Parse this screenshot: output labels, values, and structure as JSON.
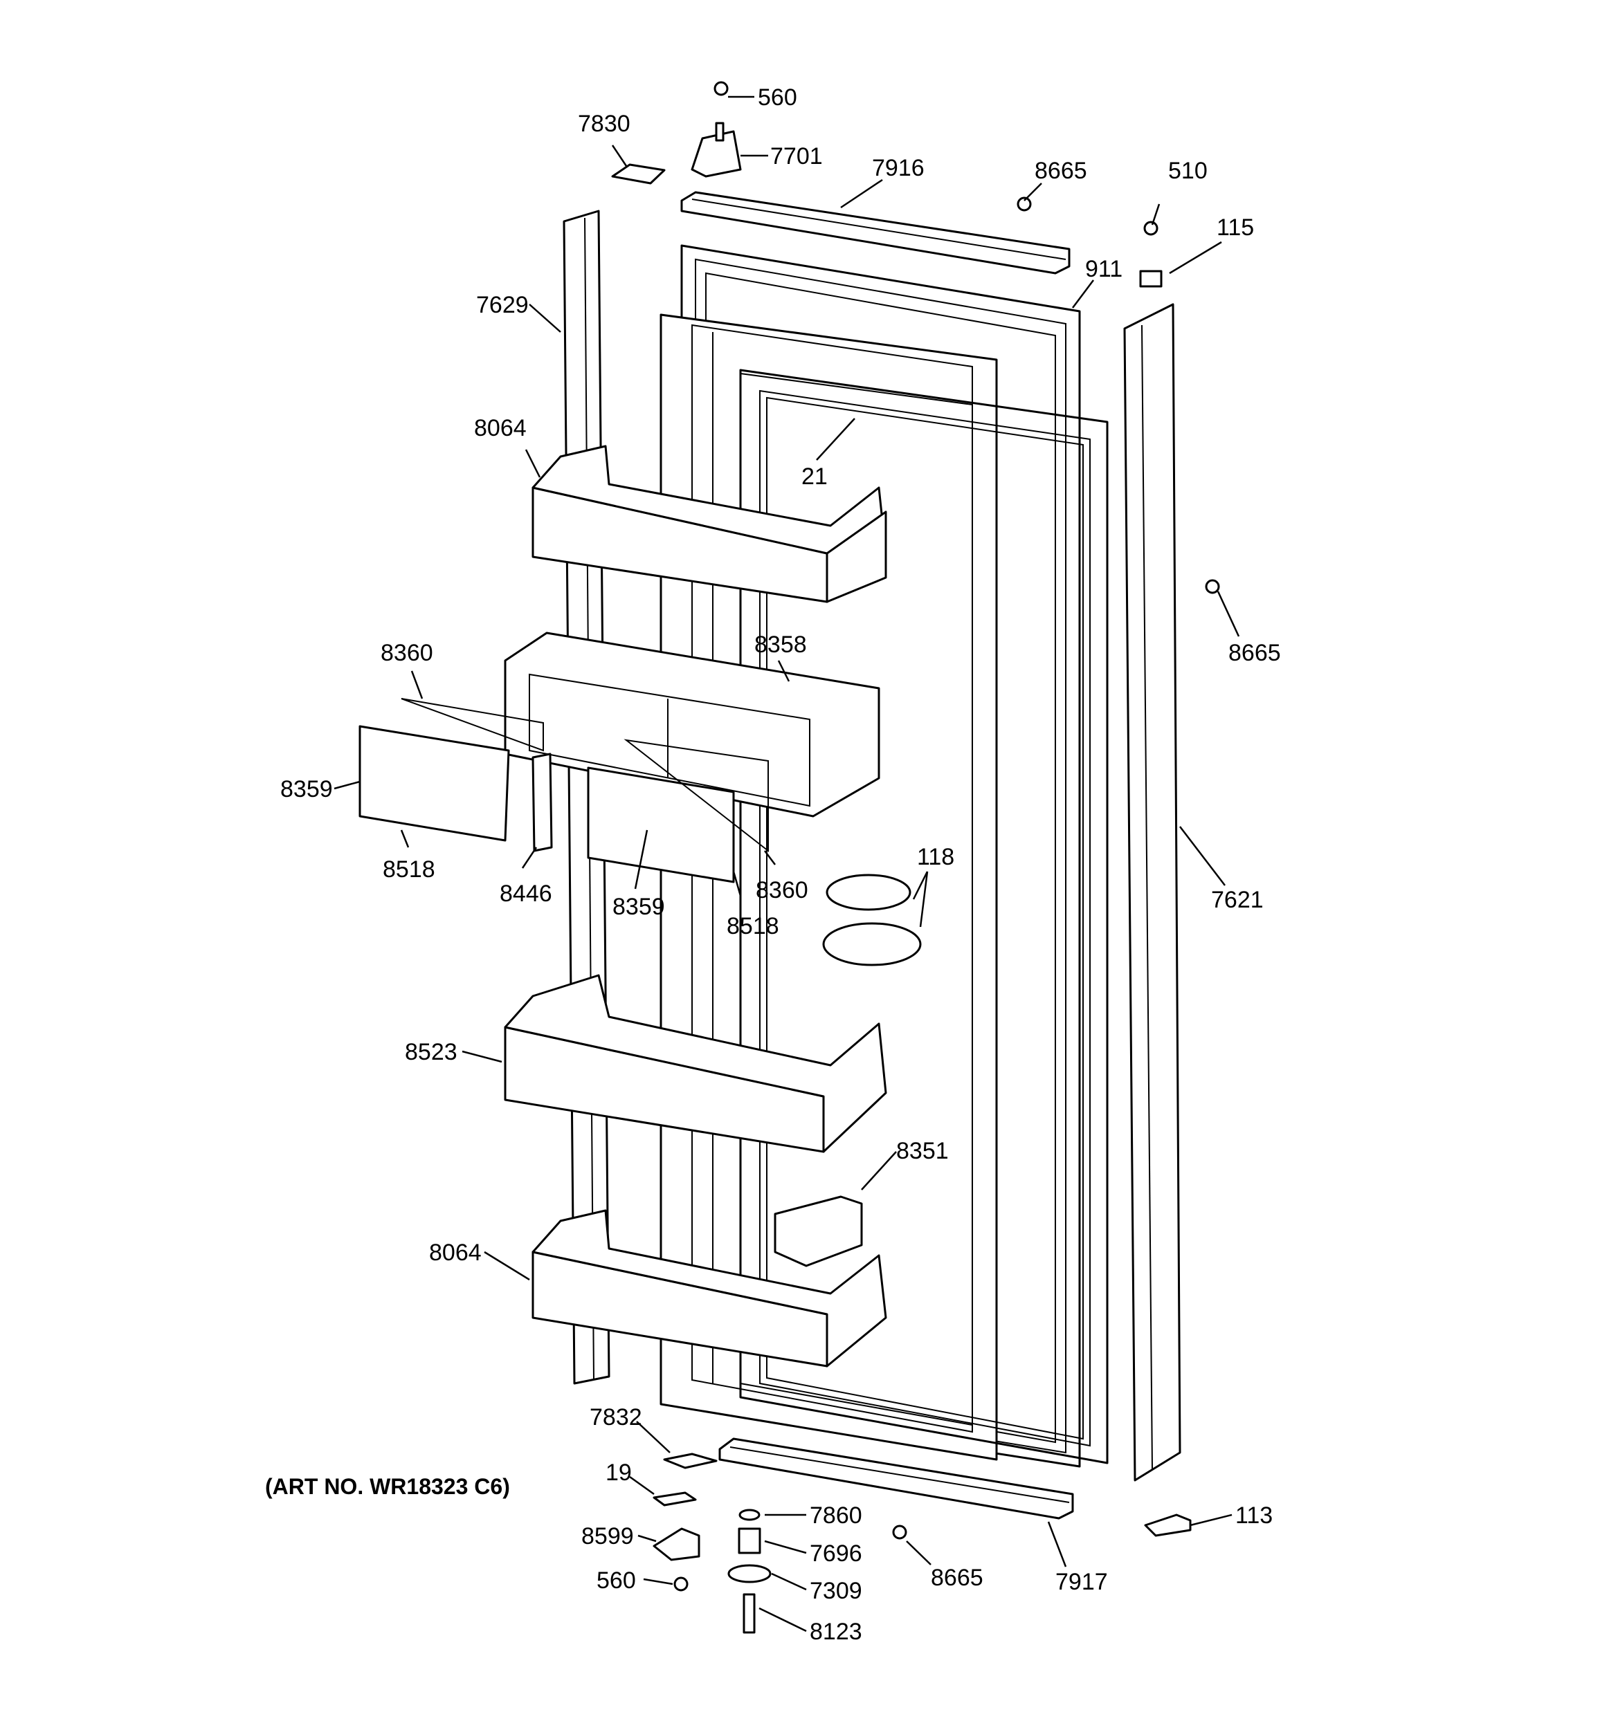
{
  "art_number": "(ART NO. WR18323 C6)",
  "callouts": [
    {
      "id": "c1",
      "text": "560"
    },
    {
      "id": "c2",
      "text": "7830"
    },
    {
      "id": "c3",
      "text": "7701"
    },
    {
      "id": "c4",
      "text": "7916"
    },
    {
      "id": "c5",
      "text": "8665"
    },
    {
      "id": "c6",
      "text": "510"
    },
    {
      "id": "c7",
      "text": "115"
    },
    {
      "id": "c8",
      "text": "911"
    },
    {
      "id": "c9",
      "text": "7629"
    },
    {
      "id": "c10",
      "text": "8064"
    },
    {
      "id": "c11",
      "text": "21"
    },
    {
      "id": "c12",
      "text": "8665"
    },
    {
      "id": "c13",
      "text": "8360"
    },
    {
      "id": "c14",
      "text": "8358"
    },
    {
      "id": "c15",
      "text": "8359"
    },
    {
      "id": "c16",
      "text": "8518"
    },
    {
      "id": "c17",
      "text": "8446"
    },
    {
      "id": "c18",
      "text": "8359"
    },
    {
      "id": "c19",
      "text": "8518"
    },
    {
      "id": "c20",
      "text": "8360"
    },
    {
      "id": "c21",
      "text": "118"
    },
    {
      "id": "c22",
      "text": "7621"
    },
    {
      "id": "c23",
      "text": "8523"
    },
    {
      "id": "c24",
      "text": "8351"
    },
    {
      "id": "c25",
      "text": "8064"
    },
    {
      "id": "c26",
      "text": "7832"
    },
    {
      "id": "c27",
      "text": "19"
    },
    {
      "id": "c28",
      "text": "8599"
    },
    {
      "id": "c29",
      "text": "560"
    },
    {
      "id": "c30",
      "text": "7860"
    },
    {
      "id": "c31",
      "text": "7696"
    },
    {
      "id": "c32",
      "text": "7309"
    },
    {
      "id": "c33",
      "text": "8123"
    },
    {
      "id": "c34",
      "text": "8665"
    },
    {
      "id": "c35",
      "text": "7917"
    },
    {
      "id": "c36",
      "text": "113"
    }
  ]
}
